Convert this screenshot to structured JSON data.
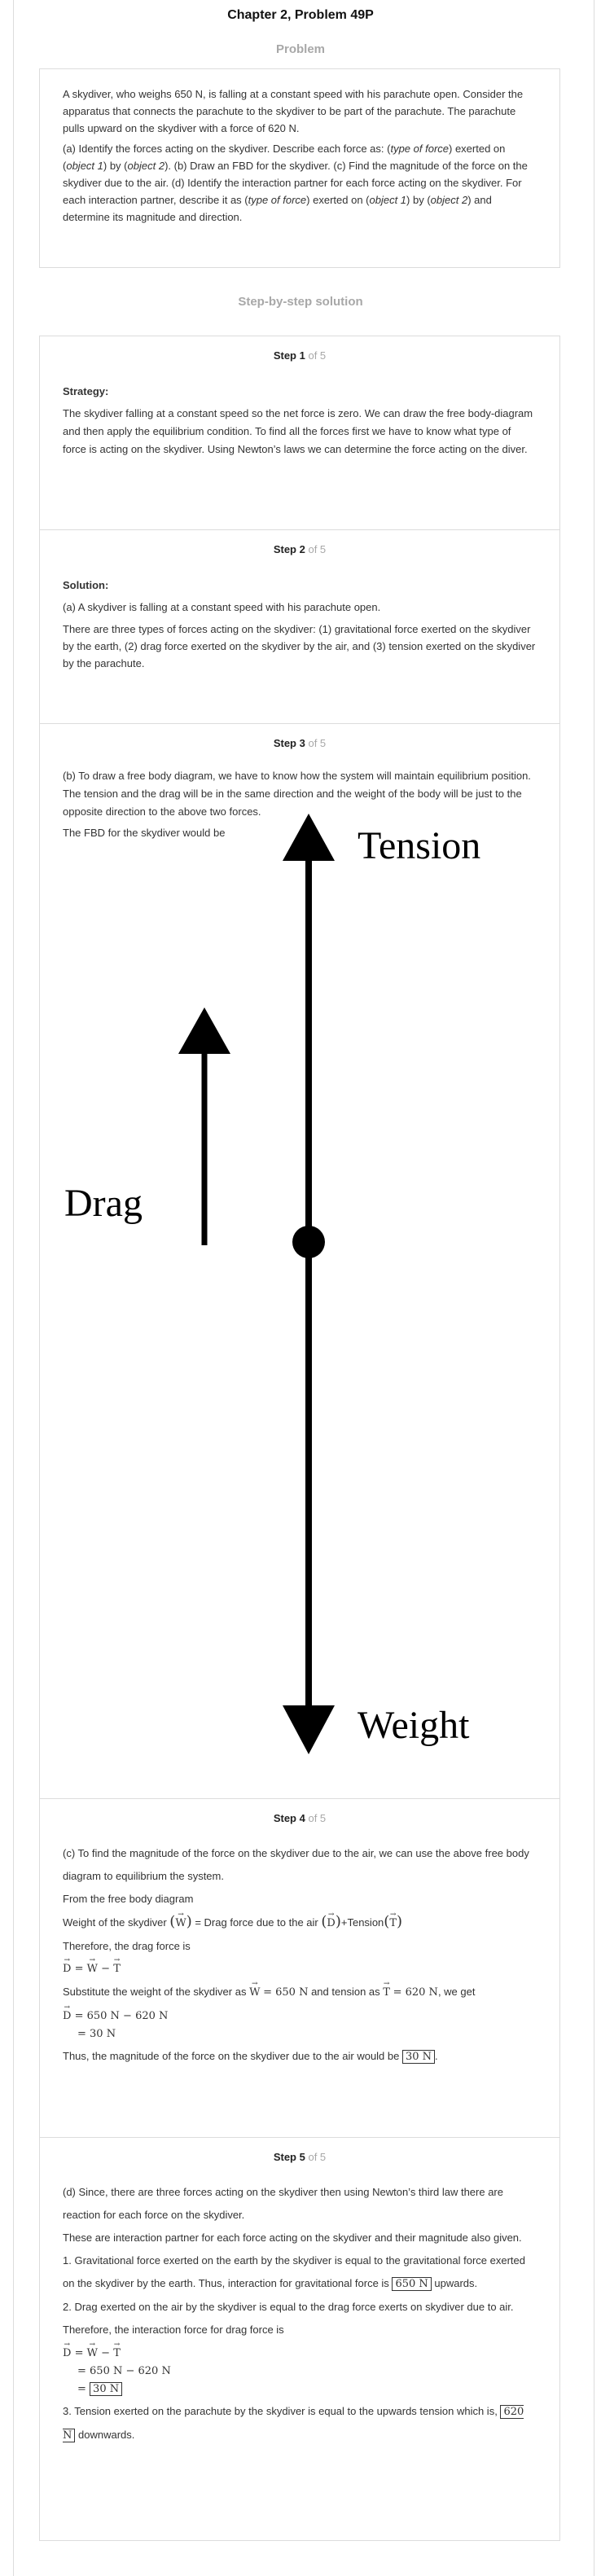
{
  "header": {
    "title": "Chapter 2, Problem 49P",
    "problem_heading": "Problem",
    "solution_heading": "Step-by-step solution"
  },
  "problem": {
    "paragraph1": "A skydiver, who weighs 650 N, is falling at a constant speed with his parachute open. Consider the apparatus that connects the parachute to the skydiver to be part of the parachute. The parachute pulls upward on the skydiver with a force of 620 N.",
    "p2_a": "(a) Identify the forces acting on the skydiver. Describe each force as: (",
    "p2_type_of_force": "type of force",
    "p2_b": ") exerted on (",
    "p2_object1": "object 1",
    "p2_c": ") by (",
    "p2_object2": "object 2",
    "p2_d": "). (b) Draw an FBD for the skydiver. (c) Find the magnitude of the force on the skydiver due to the air. (d) Identify the interaction partner for each force acting on the skydiver. For each interaction partner, describe it as (",
    "p2_e": ") exerted on (",
    "p2_f": ") by (",
    "p2_g": ") and determine its magnitude and direction."
  },
  "steps": [
    {
      "label": "Step 1",
      "of": "of 5",
      "heading": "Strategy:",
      "text": "The skydiver falling at a constant speed so the net force is zero. We can draw the free body-diagram and then apply the equilibrium condition. To find all the forces first we have to know what type of force is acting on the skydiver. Using Newton’s laws we can determine the force acting on the diver."
    },
    {
      "label": "Step 2",
      "of": "of 5",
      "heading": "Solution:",
      "line1": "(a) A skydiver is falling at a constant speed with his parachute open.",
      "line2": "There are three types of forces acting on the skydiver: (1) gravitational force exerted on the skydiver by the earth, (2) drag force exerted on the skydiver by the air, and (3) tension exerted on the skydiver by the parachute."
    },
    {
      "label": "Step 3",
      "of": "of 5",
      "line1": "(b) To draw a free body diagram, we have to know how the system will maintain equilibrium position. The tension and the drag will be in the same direction and the weight of the body will be just to the opposite direction to the above two forces.",
      "line2": "The FBD for the skydiver would be",
      "diagram": {
        "tension_label": "Tension",
        "drag_label": "Drag",
        "weight_label": "Weight"
      }
    },
    {
      "label": "Step 4",
      "of": "of 5",
      "line1": "(c) To find the magnitude of the force on the skydiver due to the air, we can use the above free body diagram to equilibrium the system.",
      "line2": "From the free body diagram",
      "weight_text_a": "Weight of the skydiver",
      "weight_text_b": "= Drag force due to the air",
      "weight_text_c": "+Tension",
      "therefore": "Therefore, the drag force is",
      "sub_a": "Substitute the weight of the skydiver as",
      "sub_w": "= 650 N",
      "sub_b": "and tension as",
      "sub_t": "= 620 N",
      "sub_c": ", we get",
      "eq1_rhs": "= 650 N − 620 N",
      "eq2_rhs": "= 30 N",
      "conclusion": "Thus, the magnitude of the force on the skydiver due to the air would be",
      "answer": "30 N"
    },
    {
      "label": "Step 5",
      "of": "of 5",
      "line1": "(d) Since, there are three forces acting on the skydiver then using Newton’s third law there are reaction for each force on the skydiver.",
      "line2": "These are interaction partner for each force acting on the skydiver and their magnitude also given.",
      "item1": "1. Gravitational force exerted on the earth by the skydiver is equal to the gravitational force exerted on the skydiver by the earth. Thus, interaction for gravitational force is",
      "item1_answer": "650 N",
      "item1_tail": "upwards.",
      "item2": "2. Drag exerted on the air by the skydiver is equal to the drag force exerts on skydiver due to air. Therefore, the interaction force for drag force is",
      "eq1_rhs": "= 650 N − 620 N",
      "eq2_answer": "30 N",
      "item3": "3. Tension exerted on the parachute by the skydiver is equal to the upwards tension which is,",
      "item3_answer": "620 N",
      "item3_tail": "downwards."
    }
  ],
  "symbols": {
    "W": "W",
    "D": "D",
    "T": "T",
    "eq": "=",
    "minus": "−"
  }
}
